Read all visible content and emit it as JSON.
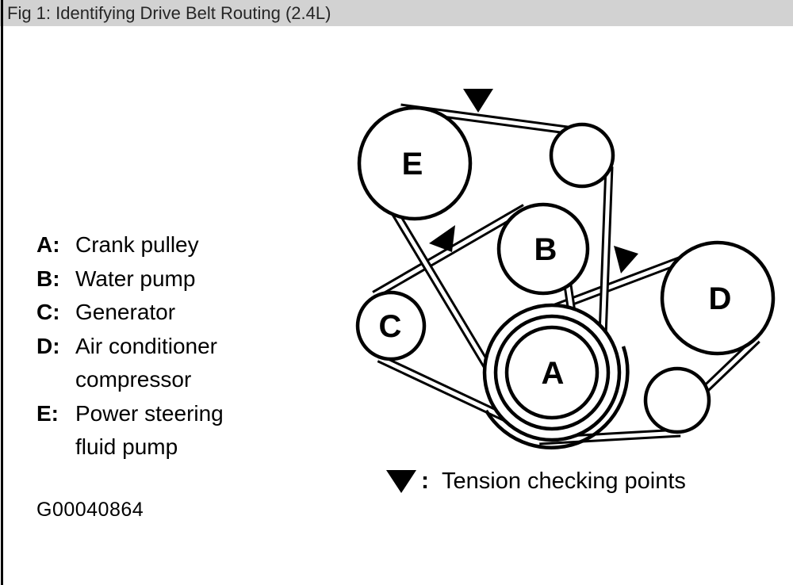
{
  "window": {
    "title": "Fig 1: Identifying Drive Belt Routing (2.4L)"
  },
  "legend": {
    "items": [
      {
        "key": "A:",
        "lines": [
          "Crank pulley"
        ]
      },
      {
        "key": "B:",
        "lines": [
          "Water pump"
        ]
      },
      {
        "key": "C:",
        "lines": [
          "Generator"
        ]
      },
      {
        "key": "D:",
        "lines": [
          "Air conditioner",
          "compressor"
        ]
      },
      {
        "key": "E:",
        "lines": [
          "Power steering",
          "fluid pump"
        ]
      }
    ]
  },
  "figure_id": "G00040864",
  "tension_note": {
    "symbol": "▼",
    "separator": ":",
    "text": "Tension checking points"
  },
  "diagram": {
    "pulleys": {
      "A": {
        "label": "A",
        "role": "crank-pulley"
      },
      "B": {
        "label": "B",
        "role": "water-pump"
      },
      "C": {
        "label": "C",
        "role": "generator"
      },
      "D": {
        "label": "D",
        "role": "air-conditioner-compressor"
      },
      "E": {
        "label": "E",
        "role": "power-steering-fluid-pump"
      }
    },
    "unlabeled_idlers": 2,
    "tension_marker_count": 3
  },
  "colors": {
    "titlebar_bg": "#d2d2d2",
    "title_text": "#262626",
    "ink": "#000000",
    "page_bg": "#ffffff"
  }
}
